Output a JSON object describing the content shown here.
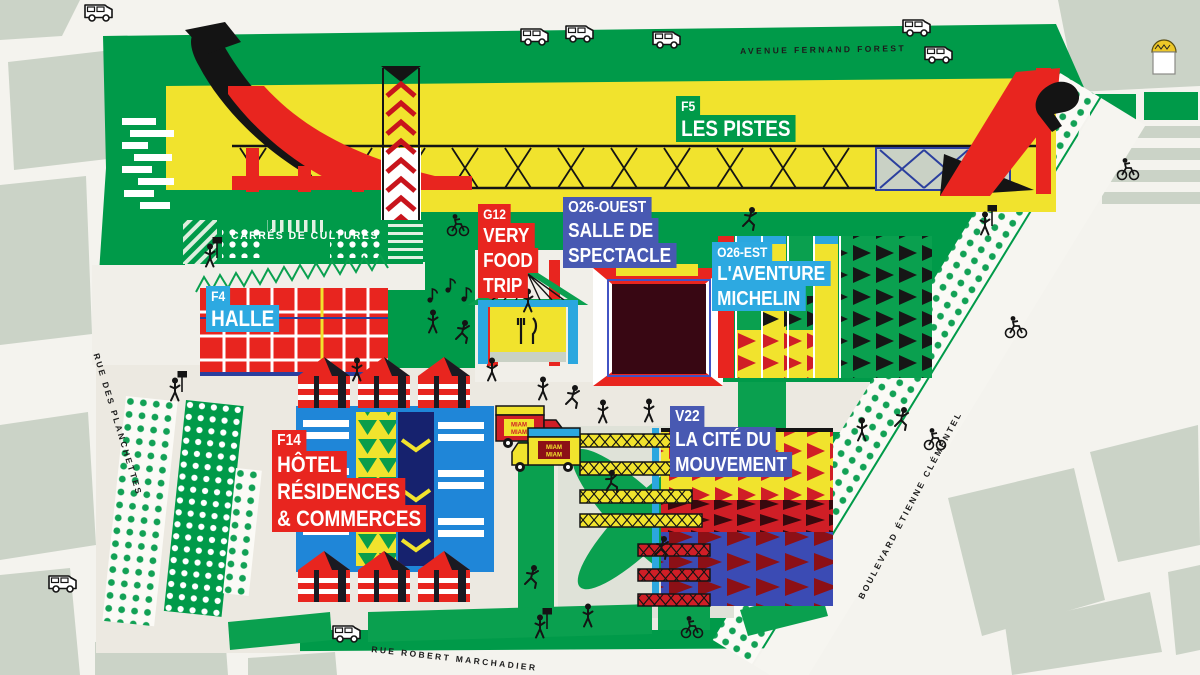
{
  "streets": {
    "top": "AVENUE FERNAND FOREST",
    "left": "RUE DES PLANCHETTES",
    "right": "BOULEVARD ÉTIENNE CLÉMENTEL",
    "bottom": "RUE ROBERT MARCHADIER"
  },
  "area_labels": {
    "carres_de_cultures": "CARRÉS DE CULTURES"
  },
  "zones": {
    "pistes": {
      "code": "F5",
      "lines": [
        "LES PISTES"
      ],
      "color": "#009a49"
    },
    "foodtrip": {
      "code": "G12",
      "lines": [
        "VERY",
        "FOOD",
        "TRIP"
      ],
      "color": "#e8251f"
    },
    "salle": {
      "code": "O26-OUEST",
      "lines": [
        "SALLE DE",
        "SPECTACLE"
      ],
      "color": "#4859b2"
    },
    "michelin": {
      "code": "O26-EST",
      "lines": [
        "L'AVENTURE",
        "MICHELIN"
      ],
      "color": "#2da9e1"
    },
    "halle": {
      "code": "F4",
      "lines": [
        "HALLE"
      ],
      "color": "#2da9e1"
    },
    "hotel": {
      "code": "F14",
      "lines": [
        "HÔTEL",
        "RÉSIDENCES",
        "& COMMERCES"
      ],
      "color": "#e8251f"
    },
    "cite": {
      "code": "V22",
      "lines": [
        "LA CITÉ DU",
        "MOUVEMENT"
      ],
      "color": "#4859b2"
    }
  },
  "food_trucks": {
    "line1": "MIAM",
    "line2": "MIAM"
  },
  "palette": {
    "park_green": "#009a49",
    "piste_yellow": "#f1e32d",
    "red": "#e8251f",
    "building_blue": "#1f86d8",
    "dark_maroon": "#380713",
    "pale_block": "#cbd3c7",
    "plaza_beige": "#ece9e1",
    "label_blue": "#4859b2",
    "label_cyan": "#2da9e1"
  }
}
